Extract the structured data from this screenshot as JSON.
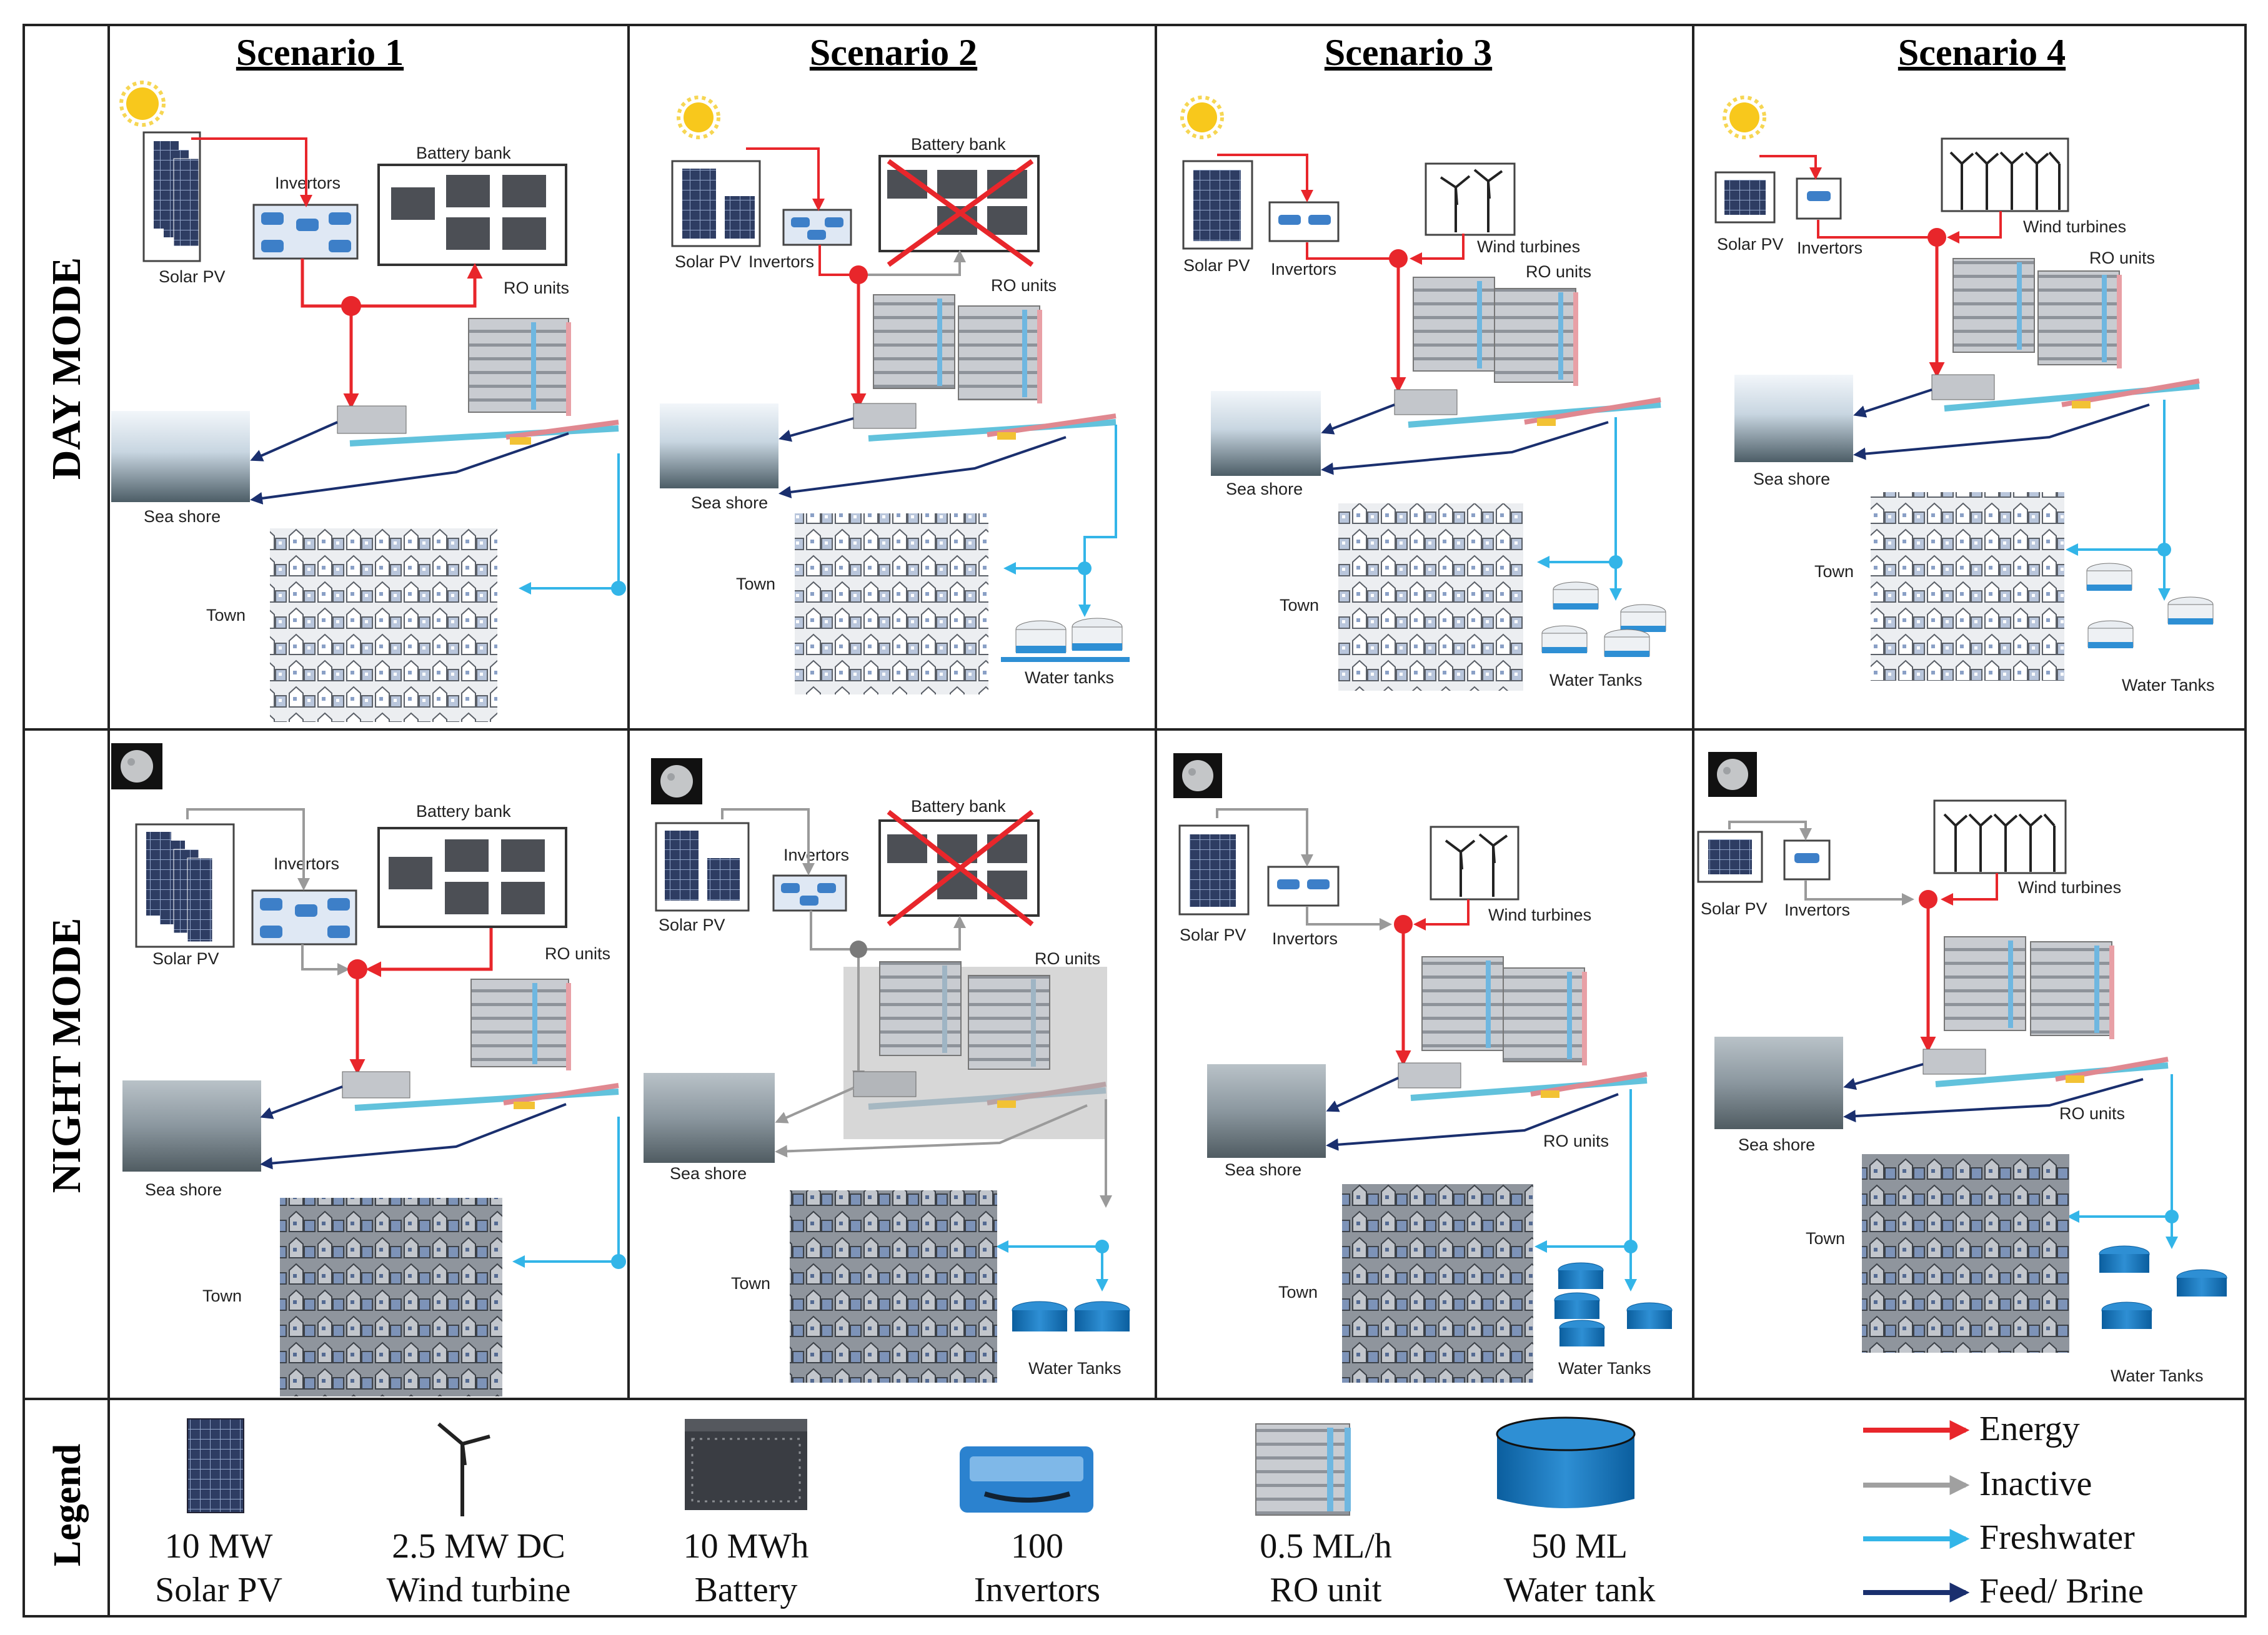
{
  "scenarios": [
    "Scenario 1",
    "Scenario 2",
    "Scenario 3",
    "Scenario 4"
  ],
  "modes": {
    "day": "DAY MODE",
    "night": "NIGHT MODE"
  },
  "labels": {
    "solar_pv": "Solar PV",
    "invertors": "Invertors",
    "battery_bank": "Battery bank",
    "ro_units": "RO units",
    "sea_shore": "Sea shore",
    "town": "Town",
    "water_tanks_lower": "Water tanks",
    "water_tanks": "Water Tanks",
    "wind_turbines": "Wind turbines"
  },
  "legend": {
    "title": "Legend",
    "items": [
      {
        "value": "10 MW",
        "name": "Solar PV",
        "icon": "solar-panel-icon"
      },
      {
        "value": "2.5 MW DC",
        "name": "Wind turbine",
        "icon": "wind-turbine-icon"
      },
      {
        "value": "10 MWh",
        "name": "Battery",
        "icon": "battery-icon"
      },
      {
        "value": "100",
        "name": "Invertors",
        "icon": "inverter-icon"
      },
      {
        "value": "0.5 ML/h",
        "name": "RO unit",
        "icon": "ro-unit-icon"
      },
      {
        "value": "50 ML",
        "name": "Water tank",
        "icon": "water-tank-icon"
      }
    ],
    "arrows": [
      {
        "label": "Energy",
        "color": "#e8262b"
      },
      {
        "label": "Inactive",
        "color": "#a0a0a0"
      },
      {
        "label": "Freshwater",
        "color": "#33b5e8"
      },
      {
        "label": "Feed/ Brine",
        "color": "#1a2f6e"
      }
    ]
  }
}
